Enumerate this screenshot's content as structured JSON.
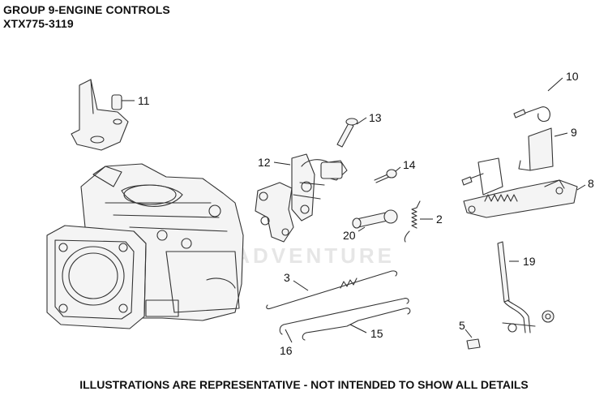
{
  "header": {
    "group_title": "GROUP 9-ENGINE CONTROLS",
    "model": "XTX775-3119"
  },
  "watermark": "LEADVENTURE",
  "callouts": {
    "c2": "2",
    "c3": "3",
    "c5": "5",
    "c8": "8",
    "c9": "9",
    "c10": "10",
    "c11": "11",
    "c12": "12",
    "c13": "13",
    "c14": "14",
    "c15": "15",
    "c16": "16",
    "c19": "19",
    "c20": "20"
  },
  "footer": {
    "note": "ILLUSTRATIONS ARE REPRESENTATIVE - NOT INTENDED TO SHOW ALL DETAILS"
  }
}
